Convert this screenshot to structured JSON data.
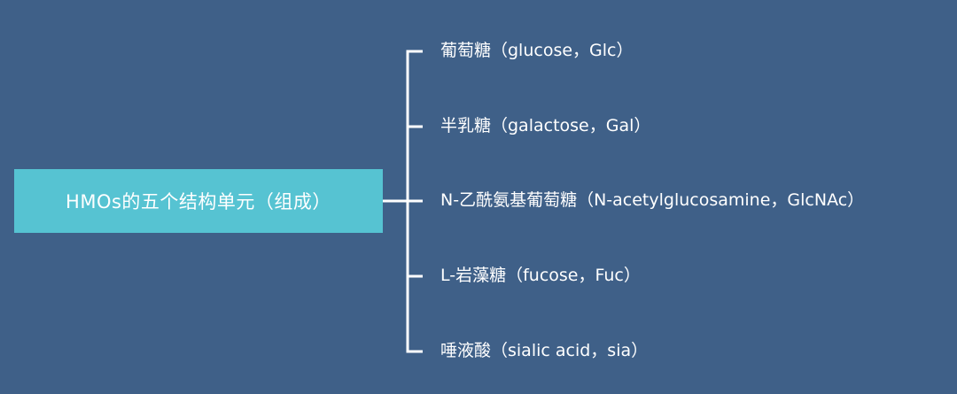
{
  "root": {
    "label": "HMOs的五个结构单元（组成）"
  },
  "branches": [
    {
      "label": "葡萄糖（glucose，Glc）"
    },
    {
      "label": "半乳糖（galactose，Gal）"
    },
    {
      "label": "N-乙酰氨基葡萄糖（N-acetylglucosamine，GlcNAc）"
    },
    {
      "label": "L-岩藻糖（fucose，Fuc）"
    },
    {
      "label": "唾液酸（sialic acid，sia）"
    }
  ],
  "colors": {
    "background": "#3f6088",
    "root_box": "#56c3d2",
    "text": "#ffffff",
    "line": "#ffffff"
  }
}
